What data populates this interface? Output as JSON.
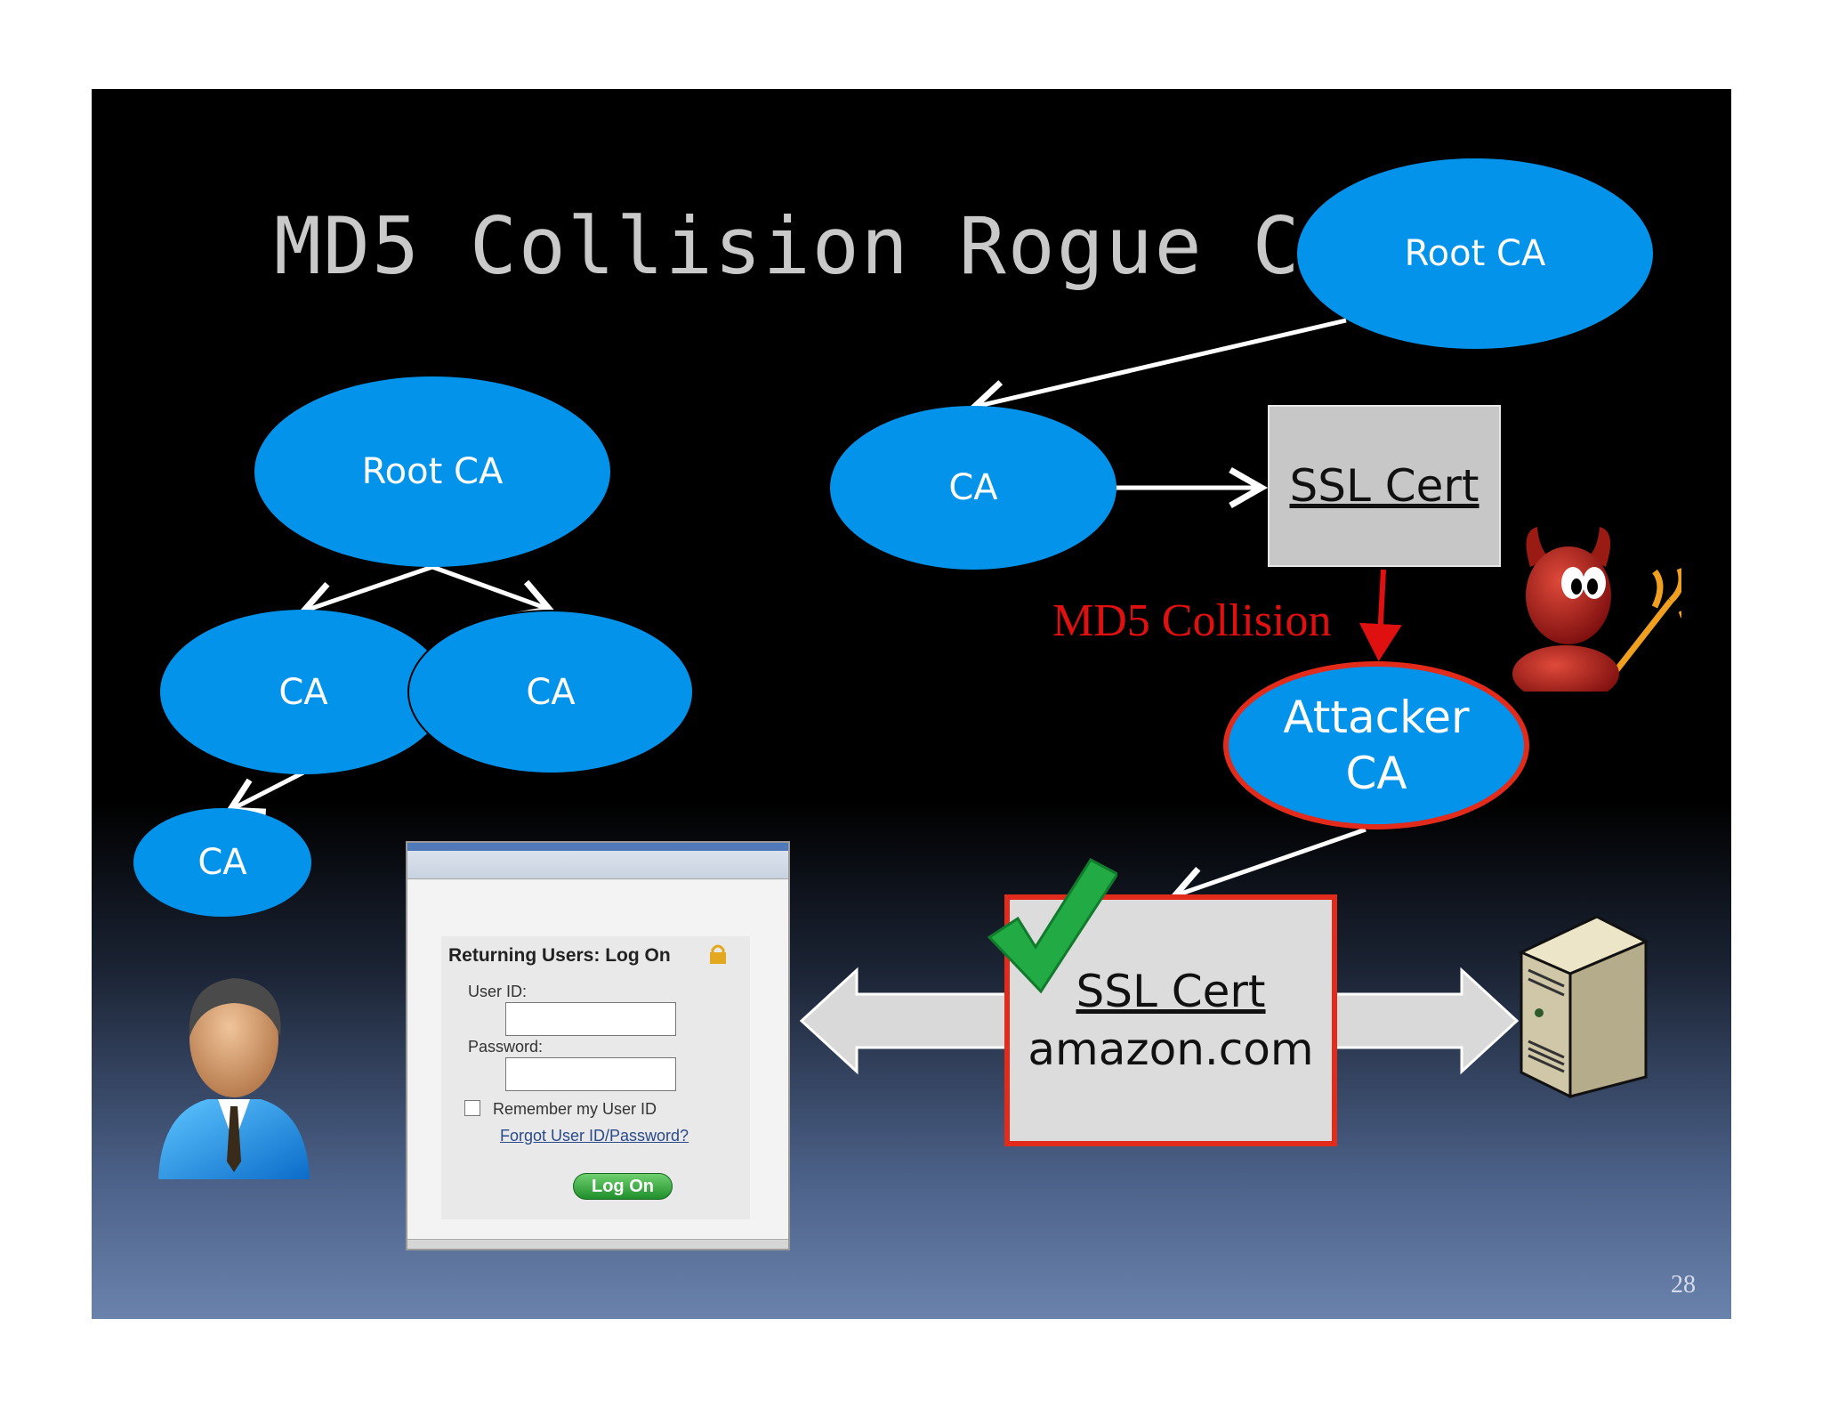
{
  "slide": {
    "title": "MD5 Collision Rogue CA",
    "page_number": "28"
  },
  "left_tree": {
    "root": "Root CA",
    "ca_left": "CA",
    "ca_right": "CA",
    "ca_bottom": "CA"
  },
  "right_tree": {
    "root": "Root CA",
    "ca": "CA",
    "ssl_cert": "SSL Cert",
    "collision_label": "MD5 Collision",
    "attacker_ca_line1": "Attacker",
    "attacker_ca_line2": "CA",
    "forged_cert_line1": "SSL Cert",
    "forged_cert_line2": "amazon.com"
  },
  "login": {
    "heading": "Returning Users: Log On",
    "user_id_label": "User ID:",
    "password_label": "Password:",
    "remember_label": "Remember my User ID",
    "forgot_link": "Forgot User ID/Password?",
    "logon_button": "Log On"
  },
  "colors": {
    "ellipse": "#0393ea",
    "collision_red": "#e01010",
    "check_green": "#22aa44",
    "cert_box": "#d9d9d9"
  },
  "icons": [
    "user-icon",
    "devil-icon",
    "server-icon",
    "checkmark-icon",
    "lock-icon"
  ]
}
